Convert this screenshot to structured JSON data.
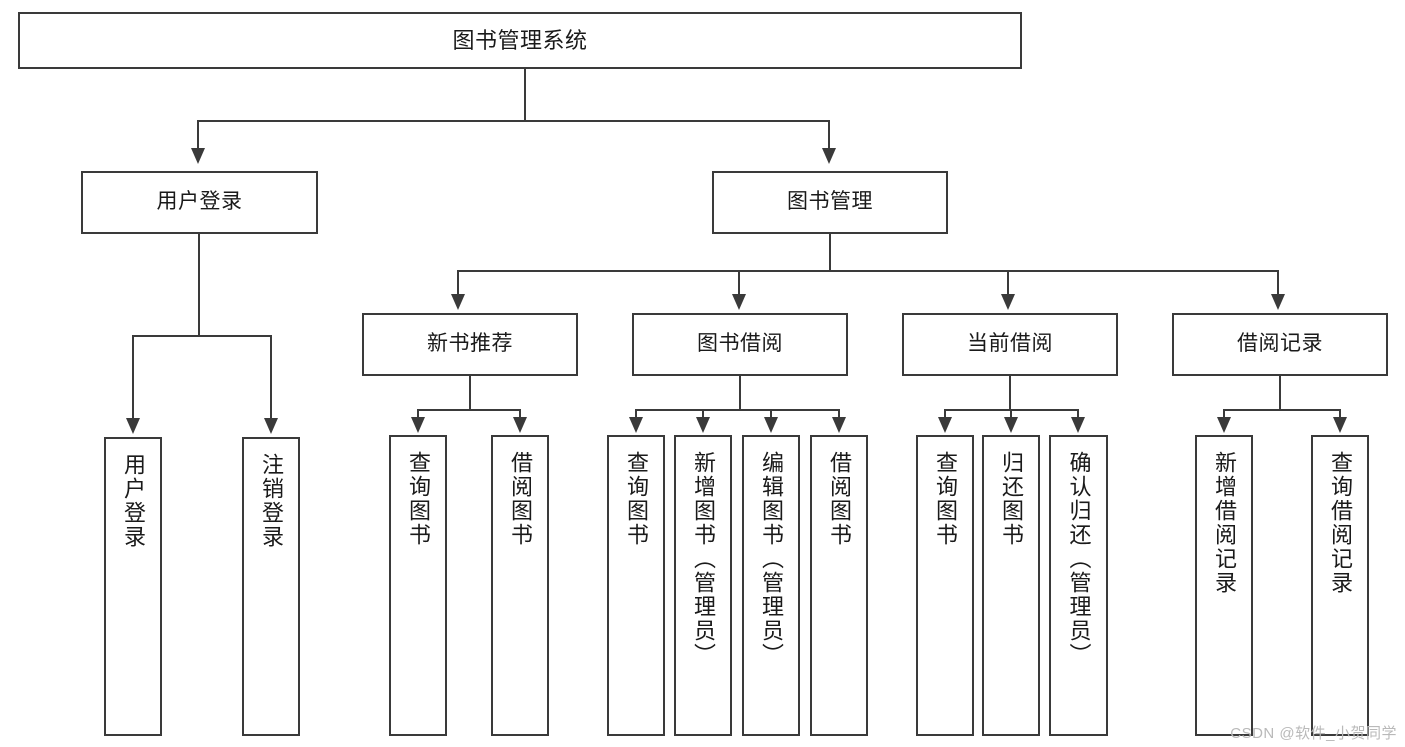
{
  "diagram": {
    "type": "tree",
    "title": "图书管理系统",
    "watermark": "CSDN @软件_小贺同学",
    "colors": {
      "box_border": "#3a3a3a",
      "box_fill": "#ffffff",
      "line": "#3a3a3a",
      "text": "#1a1a1a",
      "watermark": "#b9b9b9"
    },
    "root": {
      "label": "图书管理系统"
    },
    "level2": [
      {
        "label": "用户登录"
      },
      {
        "label": "图书管理"
      }
    ],
    "level3": [
      {
        "label": "新书推荐"
      },
      {
        "label": "图书借阅"
      },
      {
        "label": "当前借阅"
      },
      {
        "label": "借阅记录"
      }
    ],
    "leaves_user_login": [
      {
        "label": "用户登录"
      },
      {
        "label": "注销登录"
      }
    ],
    "leaves_new_book": [
      {
        "label": "查询图书"
      },
      {
        "label": "借阅图书"
      }
    ],
    "leaves_borrow": [
      {
        "label": "查询图书"
      },
      {
        "label": "新增图书（管理员）"
      },
      {
        "label": "编辑图书（管理员）"
      },
      {
        "label": "借阅图书"
      }
    ],
    "leaves_current": [
      {
        "label": "查询图书"
      },
      {
        "label": "归还图书"
      },
      {
        "label": "确认归还（管理员）"
      }
    ],
    "leaves_record": [
      {
        "label": "新增借阅记录"
      },
      {
        "label": "查询借阅记录"
      }
    ]
  }
}
